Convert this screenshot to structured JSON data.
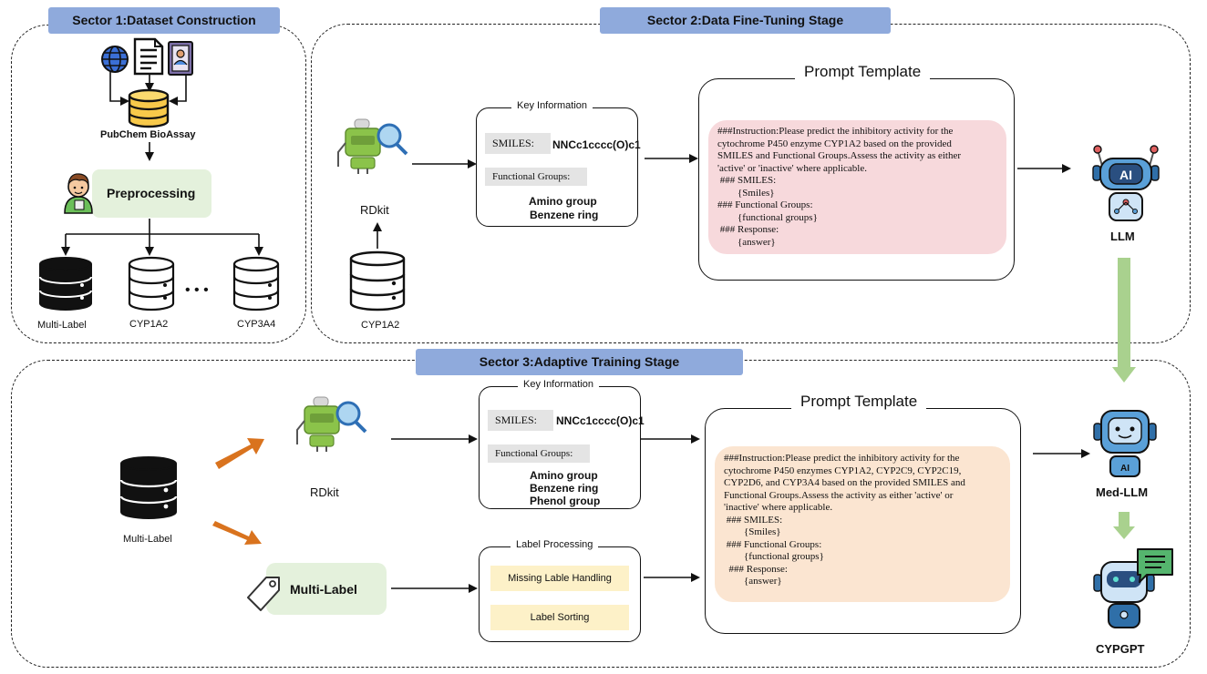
{
  "sector1": {
    "title": "Sector 1:Dataset Construction",
    "pubchem_label": "PubChem BioAssay",
    "preprocessing_label": "Preprocessing",
    "db_labels": [
      "Multi-Label",
      "CYP1A2",
      "CYP3A4"
    ],
    "ellipsis": "• • •"
  },
  "sector2": {
    "title": "Sector 2:Data Fine-Tuning Stage",
    "rdkit_label": "RDkit",
    "db_label": "CYP1A2",
    "key_info": {
      "title": "Key Information",
      "smiles_label": "SMILES:",
      "smiles_value": "NNCc1cccc(O)c1",
      "fg_label": "Functional Groups:",
      "groups": [
        "Amino group",
        "Benzene ring"
      ]
    },
    "prompt_template": {
      "title": "Prompt Template",
      "text": "###Instruction:Please predict the inhibitory activity for the\ncytochrome P450 enzyme CYP1A2 based on the provided\nSMILES and Functional Groups.Assess the activity as either\n'active' or 'inactive' where applicable.\n ### SMILES:\n        {Smiles}\n### Functional Groups:\n        {functional groups}\n ### Response:\n        {answer}"
    },
    "llm_label": "LLM"
  },
  "sector3": {
    "title": "Sector 3:Adaptive Training Stage",
    "db_label": "Multi-Label",
    "rdkit_label": "RDkit",
    "multilabel_tag": "Multi-Label",
    "key_info": {
      "title": "Key Information",
      "smiles_label": "SMILES:",
      "smiles_value": "NNCc1cccc(O)c1",
      "fg_label": "Functional Groups:",
      "groups": [
        "Amino group",
        "Benzene ring",
        "Phenol group"
      ]
    },
    "label_processing": {
      "title": "Label Processing",
      "items": [
        "Missing Lable Handling",
        "Label Sorting"
      ]
    },
    "prompt_template": {
      "title": "Prompt Template",
      "text": "###Instruction:Please predict the inhibitory activity for the\ncytochrome P450 enzymes CYP1A2, CYP2C9, CYP2C19,\nCYP2D6, and CYP3A4 based on the provided SMILES and\nFunctional Groups.Assess the activity as either 'active' or\n'inactive' where applicable.\n ### SMILES:\n        {Smiles}\n ### Functional Groups:\n        {functional groups}\n  ### Response:\n        {answer}"
    },
    "med_llm_label": "Med-LLM",
    "cypgpt_label": "CYPGPT"
  },
  "colors": {
    "sector_title_bg": "#8faadc",
    "preprocessing_bg": "#e4f1dc",
    "prompt2_bg": "#f7d9dc",
    "prompt3_bg": "#fbe5d1",
    "label_item_bg": "#fdf1c8",
    "green_arrow": "#a9d18e",
    "orange_arrow": "#d9731e",
    "robot_blue": "#5aa0d8",
    "rdkit_green": "#8bc34a"
  },
  "icons": [
    "globe-icon",
    "document-icon",
    "id-card-icon",
    "database-icon",
    "person-icon",
    "rdkit-robot-icon",
    "ai-robot-icon",
    "chat-robot-icon",
    "tag-icon"
  ]
}
